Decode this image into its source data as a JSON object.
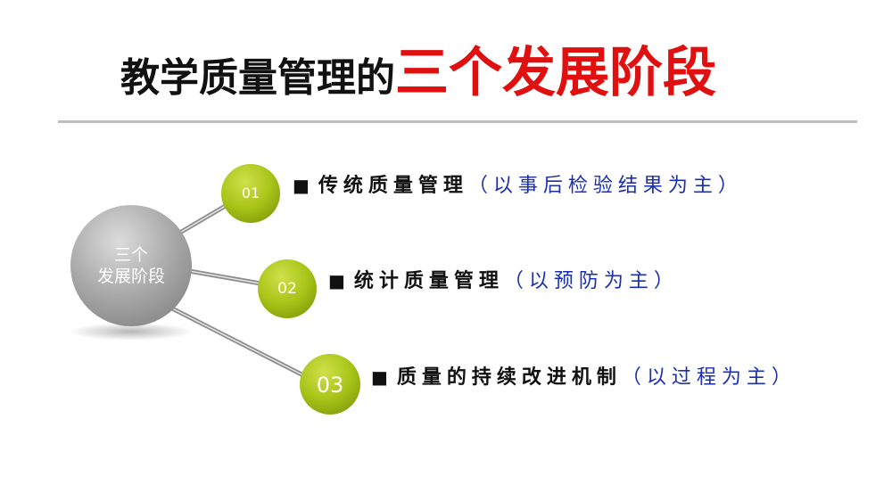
{
  "title": {
    "black_part": "教学质量管理的",
    "red_part": "三个发展阶段"
  },
  "center_node": {
    "line1": "三个",
    "line2": "发展阶段"
  },
  "stages": [
    {
      "number": "01",
      "bullet": "■",
      "main": "传统质量管理",
      "note": "（以事后检验结果为主）"
    },
    {
      "number": "02",
      "bullet": "■",
      "main": "统计质量管理",
      "note": "（以预防为主）"
    },
    {
      "number": "03",
      "bullet": "■",
      "main": "质量的持续改进机制",
      "note": "（以过程为主）"
    }
  ],
  "colors": {
    "title_red": "#e01010",
    "note_blue": "#1a2fb0",
    "node_green": "#a8c418",
    "center_gray": "#a9a9a9"
  }
}
